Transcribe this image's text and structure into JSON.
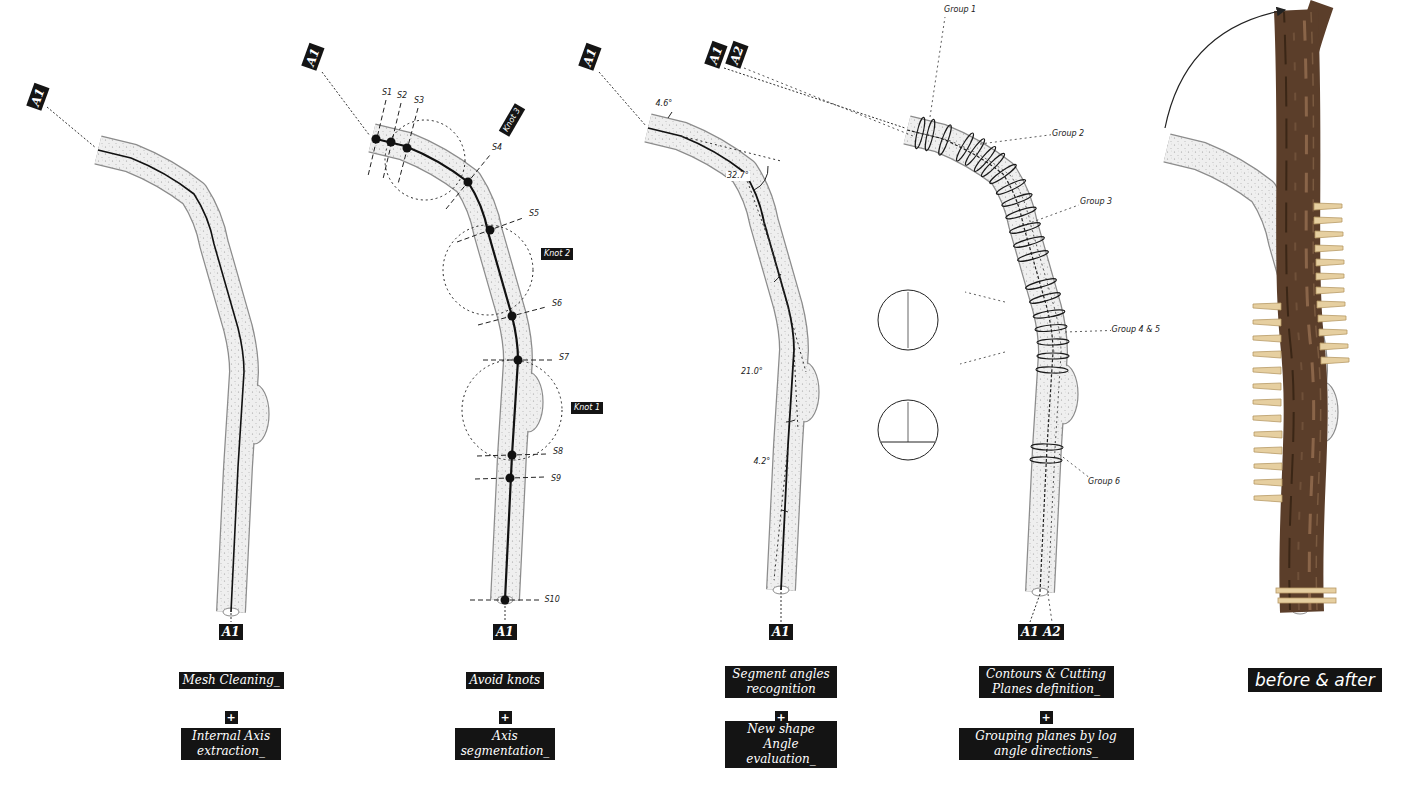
{
  "diagram": {
    "nodes": [
      {
        "text": [
          "A1"
        ]
      },
      {
        "text": [
          "A1"
        ]
      },
      {
        "text": [
          "Mesh Cleaning_"
        ]
      },
      {
        "text": [
          "+"
        ]
      },
      {
        "text": [
          "Internal Axis extraction_"
        ]
      },
      {
        "text": [
          "A1"
        ]
      },
      {
        "text": [
          "Knot 3"
        ]
      },
      {
        "text": [
          "Knot 2"
        ]
      },
      {
        "text": [
          "Knot 1"
        ]
      },
      {
        "text": [
          "A1"
        ]
      },
      {
        "text": [
          "Avoid knots"
        ]
      },
      {
        "text": [
          "+"
        ]
      },
      {
        "text": [
          "Axis segmentation_"
        ]
      },
      {
        "text": [
          "A1"
        ]
      },
      {
        "text": [
          "A1"
        ]
      },
      {
        "text": [
          "Segment angles recognition"
        ]
      },
      {
        "text": [
          "+"
        ]
      },
      {
        "text": [
          "New shape Angle evaluation_"
        ]
      },
      {
        "text": [
          "A1"
        ]
      },
      {
        "text": [
          "A2"
        ]
      },
      {
        "text": [
          "A1"
        ]
      },
      {
        "text": [
          "A2"
        ]
      },
      {
        "text": [
          "Contours & Cutting Planes definition_"
        ]
      },
      {
        "text": [
          "+"
        ]
      },
      {
        "text": [
          "Grouping planes by log angle directions_"
        ]
      },
      {
        "text": [
          "before & after"
        ]
      }
    ],
    "labels": [
      "S1",
      "S2",
      "S3",
      "S4",
      "S5",
      "S6",
      "S7",
      "S8",
      "S9",
      "S10",
      "4.6°",
      "32.7°",
      "21.0°",
      "4.2°",
      "Group 1",
      "Group 2",
      "Group 3",
      "Group 4 & 5",
      "Group 6"
    ]
  }
}
